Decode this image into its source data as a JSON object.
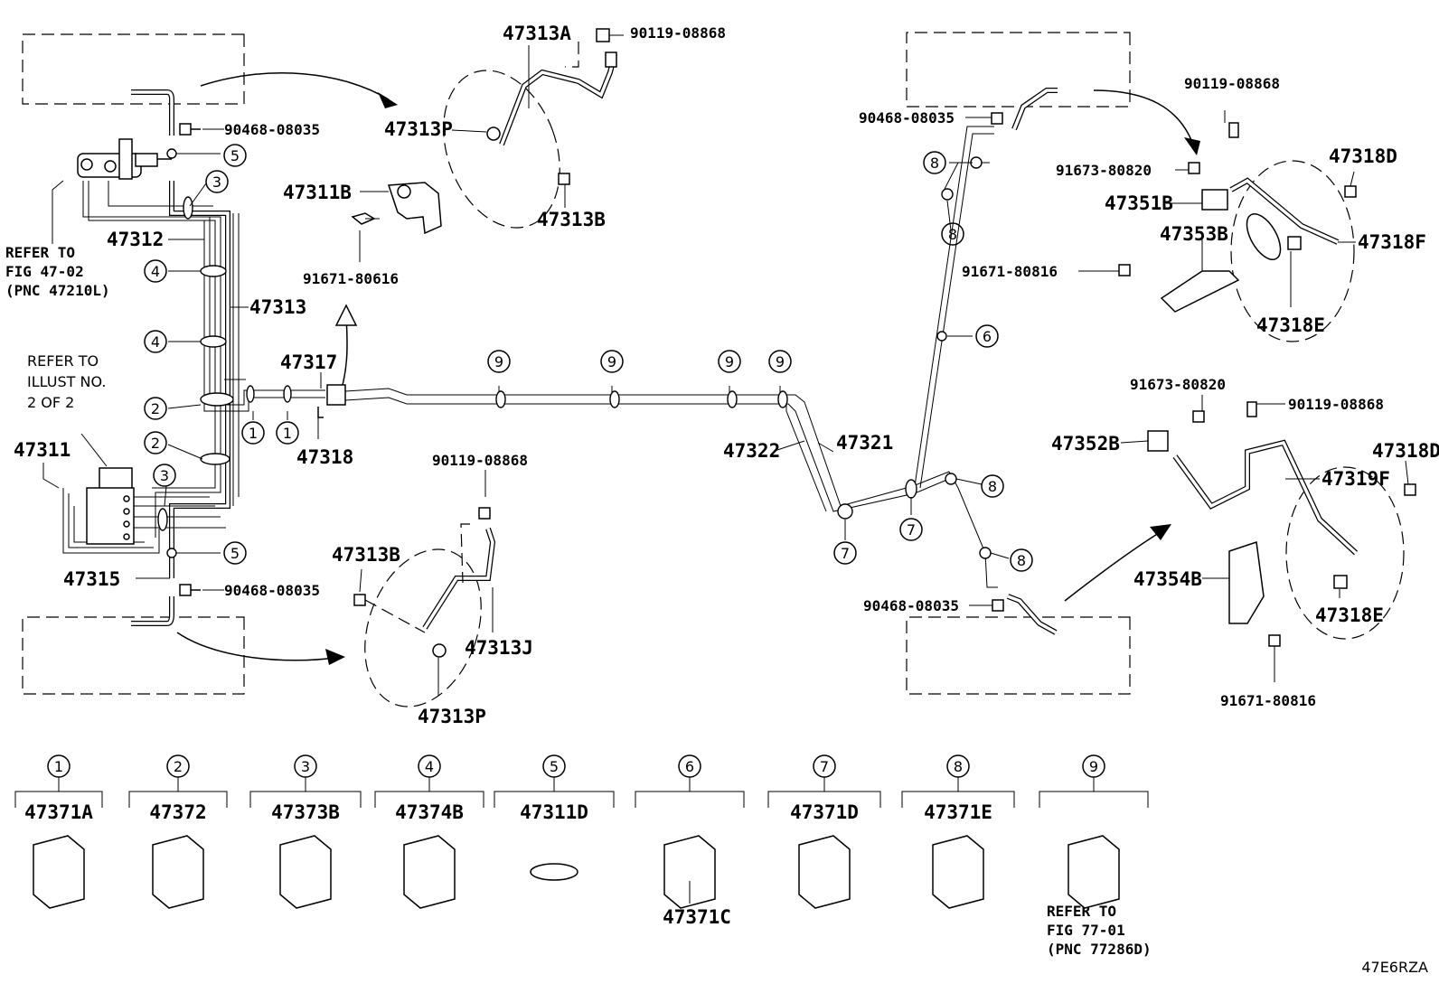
{
  "diagram_id": "47E6RZA",
  "notes": {
    "refer_47_02": [
      "REFER TO",
      "FIG 47-02",
      "(PNC 47210L)"
    ],
    "refer_illust": [
      "REFER TO",
      "ILLUST NO.",
      "2 OF 2"
    ],
    "refer_77_01": [
      "REFER TO",
      "FIG 77-01",
      "(PNC 77286D)"
    ]
  },
  "labels": {
    "p47313A": "47313A",
    "p90119_top": "90119-08868",
    "p47313P_top": "47313P",
    "p47313B_top": "47313B",
    "p47311B": "47311B",
    "p91671_80616": "91671-80616",
    "p90468_tl": "90468-08035",
    "p47312": "47312",
    "p47313": "47313",
    "p47317": "47317",
    "p47318": "47318",
    "p47311": "47311",
    "p47315": "47315",
    "p90468_bl": "90468-08035",
    "p90119_mid": "90119-08868",
    "p47313B_bot": "47313B",
    "p47313J": "47313J",
    "p47313P_bot": "47313P",
    "p47322": "47322",
    "p47321": "47321",
    "p90468_tr": "90468-08035",
    "p90468_br": "90468-08035",
    "p90119_tr": "90119-08868",
    "p91673_tr": "91673-80820",
    "p47351B": "47351B",
    "p47353B": "47353B",
    "p91671_tr": "91671-80816",
    "p47318D_tr": "47318D",
    "p47318F": "47318F",
    "p47318E_tr": "47318E",
    "p91673_br": "91673-80820",
    "p90119_br": "90119-08868",
    "p47352B": "47352B",
    "p47318D_br": "47318D",
    "p47319F": "47319F",
    "p47354B": "47354B",
    "p47318E_br": "47318E",
    "p91671_br": "91671-80816"
  },
  "callouts": {
    "c1a": "1",
    "c1b": "1",
    "c2a": "2",
    "c2b": "2",
    "c3a": "3",
    "c3b": "3",
    "c4a": "4",
    "c4b": "4",
    "c5a": "5",
    "c5b": "5",
    "c6": "6",
    "c7a": "7",
    "c7b": "7",
    "c8a": "8",
    "c8b": "8",
    "c8c": "8",
    "c8d": "8",
    "c9a": "9",
    "c9b": "9",
    "c9c": "9",
    "c9d": "9"
  },
  "legend": [
    {
      "num": "1",
      "part": "47371A"
    },
    {
      "num": "2",
      "part": "47372"
    },
    {
      "num": "3",
      "part": "47373B"
    },
    {
      "num": "4",
      "part": "47374B"
    },
    {
      "num": "5",
      "part": "47311D"
    },
    {
      "num": "6",
      "part": "",
      "sub_part": "47371C"
    },
    {
      "num": "7",
      "part": "47371D"
    },
    {
      "num": "8",
      "part": "47371E"
    },
    {
      "num": "9",
      "part": ""
    }
  ]
}
